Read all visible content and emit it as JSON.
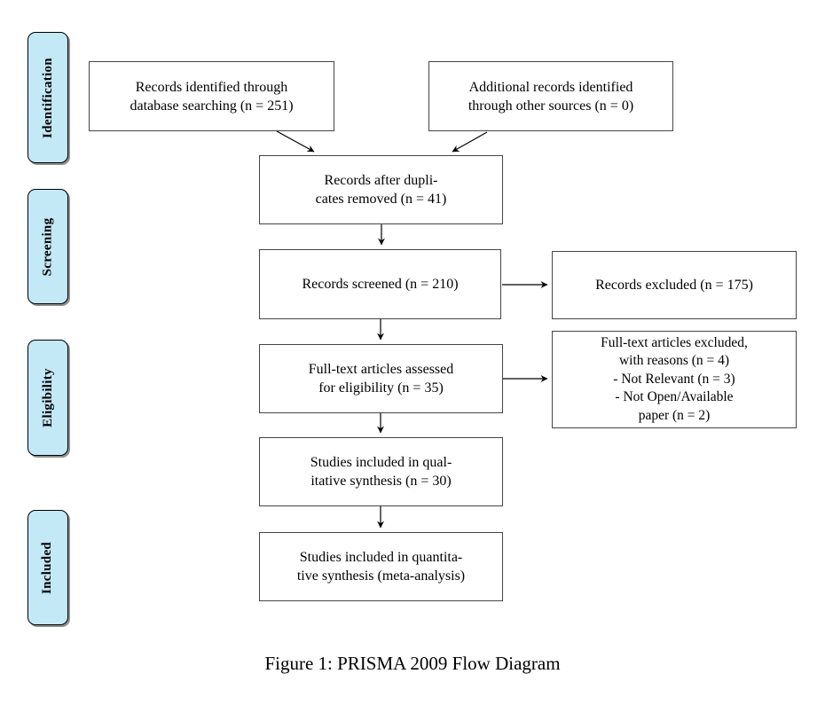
{
  "diagram": {
    "caption": "Figure 1: PRISMA 2009 Flow Diagram",
    "phases": [
      {
        "label": "Identification"
      },
      {
        "label": "Screening"
      },
      {
        "label": "Eligibility"
      },
      {
        "label": "Included"
      }
    ],
    "boxes": {
      "records_identified": {
        "lines": [
          "Records identified through",
          "database searching (n = 251)"
        ]
      },
      "additional_records": {
        "lines": [
          "Additional records identified",
          "through other sources (n = 0)"
        ]
      },
      "after_duplicates": {
        "lines": [
          "Records after dupli-",
          "cates removed (n = 41)"
        ]
      },
      "records_screened": {
        "lines": [
          "Records screened (n = 210)"
        ]
      },
      "records_excluded": {
        "lines": [
          "Records excluded (n = 175)"
        ]
      },
      "fulltext_assessed": {
        "lines": [
          "Full-text articles assessed",
          "for eligibility (n = 35)"
        ]
      },
      "fulltext_excluded": {
        "lines": [
          "Full-text articles excluded,",
          "with reasons (n = 4)",
          "- Not Relevant (n = 3)",
          "- Not Open/Available",
          "paper (n = 2)"
        ]
      },
      "qualitative": {
        "lines": [
          "Studies included in qual-",
          "itative synthesis (n = 30)"
        ]
      },
      "quantitative": {
        "lines": [
          "Studies included in quantita-",
          "tive synthesis (meta-analysis)"
        ]
      }
    },
    "colors": {
      "background": "#ffffff",
      "phase_fill": "#c3e8f6",
      "phase_border": "#000000",
      "phase_shadow": "#8f8f8f",
      "box_fill": "#ffffff",
      "box_border": "#454545",
      "arrow": "#000000",
      "text": "#000000"
    }
  }
}
